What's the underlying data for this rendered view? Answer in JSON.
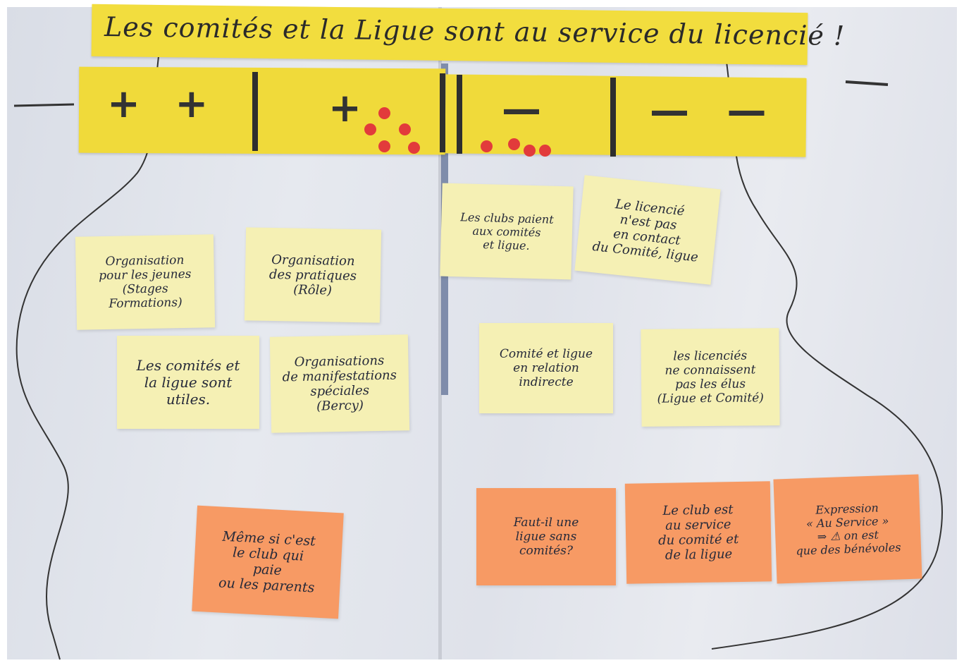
{
  "banner": {
    "title": "Les comités et la Ligue sont au service du licencié !"
  },
  "scale": {
    "cells": [
      {
        "label": "+ +"
      },
      {
        "label": "+",
        "dots": 5
      },
      {
        "label": "—",
        "dots": 4
      },
      {
        "label": "— —"
      }
    ]
  },
  "notes": {
    "n1": "Organisation\npour les jeunes\n(Stages Formations)",
    "n2": "Organisation\ndes pratiques\n(Rôle)",
    "n3": "Les comités et\nla ligue sont\nutiles.",
    "n4": "Organisations\nde manifestations\nspéciales\n(Bercy)",
    "n5": "Les clubs paient\naux comités\net ligue.",
    "n6": "Le licencié\nn'est pas\nen contact\ndu Comité, ligue",
    "n7": "Comité et ligue\nen relation\nindirecte",
    "n8": "les licenciés\nne connaissent\npas les élus\n(Ligue et Comité)",
    "n9": "Même si c'est\nle club qui\npaie\nou les parents",
    "n10": "Faut-il une\nligue sans comités?",
    "n11": "Le club est\nau service\ndu comité et\nde la ligue",
    "n12": "Expression\n« Au Service »\n⇒ ⚠ on est\nque des bénévoles"
  },
  "colors": {
    "yellow_strip": "#f0da3a",
    "sticky_yellow": "#f5f0b4",
    "sticky_orange": "#f79a64",
    "dot_red": "#e23b3b"
  }
}
